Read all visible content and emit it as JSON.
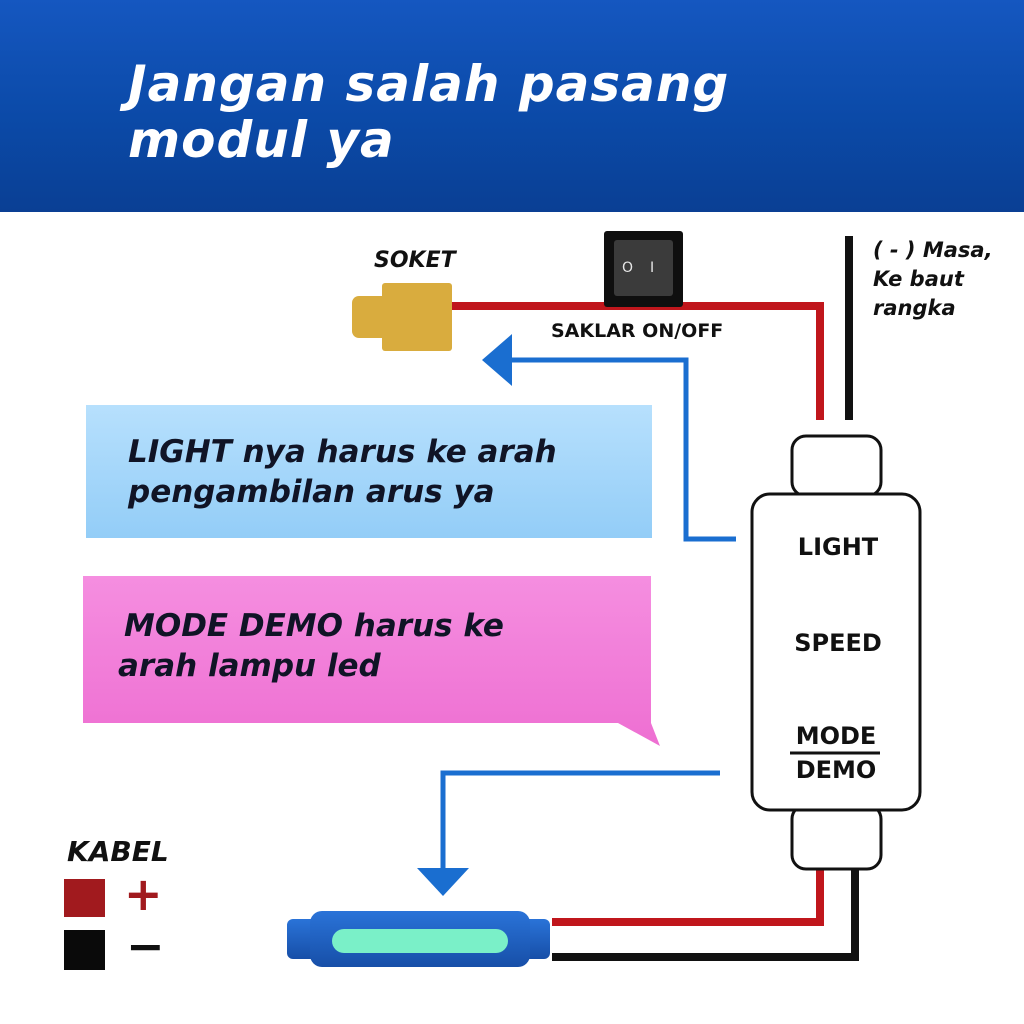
{
  "header": {
    "title_line1": "Jangan salah pasang",
    "title_line2": "modul ya"
  },
  "labels": {
    "soket": "SOKET",
    "saklar": "SAKLAR ON/OFF",
    "masa_line1": "( - ) Masa,",
    "masa_line2": "Ke baut",
    "masa_line3": "rangka",
    "kabel": "KABEL",
    "plus": "+",
    "minus": "−"
  },
  "switch": {
    "off_symbol": "O",
    "on_symbol": "I"
  },
  "notes": {
    "light_line1": "LIGHT nya harus ke arah",
    "light_line2": "pengambilan arus ya",
    "mode_line1": "MODE DEMO harus ke",
    "mode_line2": "arah lampu led"
  },
  "module": {
    "light": "LIGHT",
    "speed": "SPEED",
    "mode": "MODE",
    "demo": "DEMO"
  },
  "colors": {
    "header_bg": "#0b4aa8",
    "wire_red": "#c0161c",
    "wire_black": "#111111",
    "wire_blue": "#1a6ed0",
    "note_light_bg": "#a6d8fb",
    "note_mode_bg": "#f277d8",
    "socket": "#d9ac3e",
    "led_body": "#1e5fc2",
    "led_glow": "#7af0c8"
  }
}
